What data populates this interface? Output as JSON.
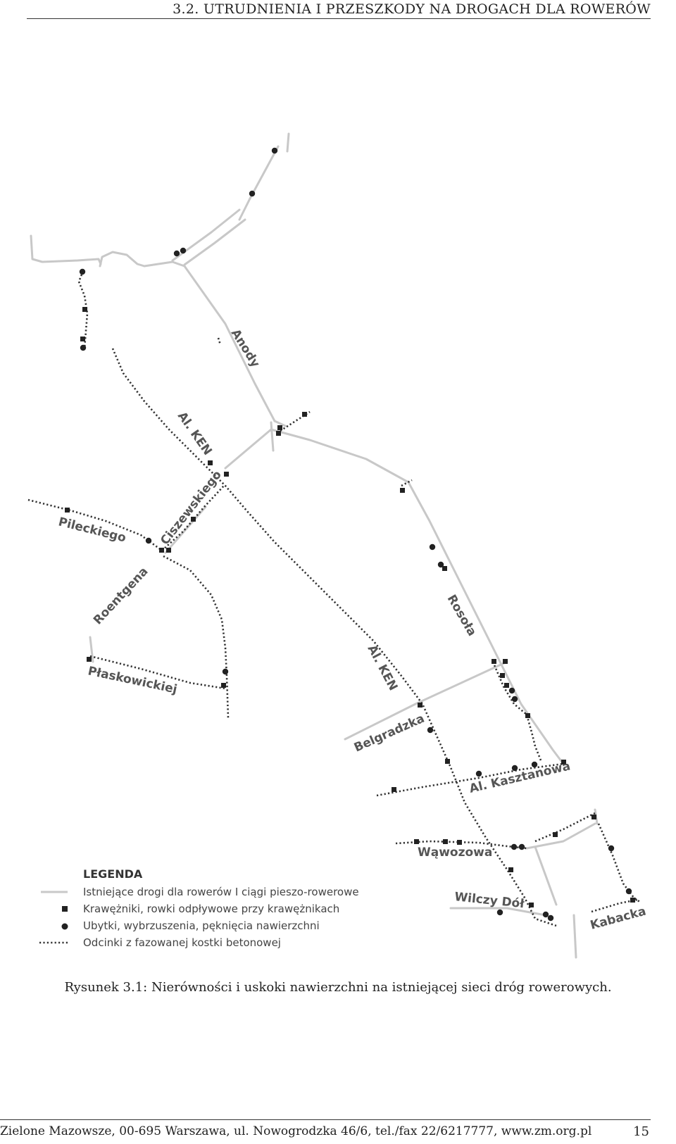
{
  "header": {
    "running_head": "3.2.  UTRUDNIENIA I PRZESZKODY NA DROGACH DLA ROWERÓW"
  },
  "map": {
    "colors": {
      "road": "#c8c8c8",
      "marker": "#222222",
      "label": "#555555"
    },
    "street_labels": {
      "anody": "Anody",
      "al_ken_north": "Al. KEN",
      "ciszewskiego": "Ciszewskiego",
      "pileckiego": "Pileckiego",
      "roentgena": "Roentgena",
      "rosola": "Rosoła",
      "plaskowickiej": "Płaskowickiej",
      "al_ken_south": "Al. KEN",
      "belgradzka": "Belgradzka",
      "al_kasztanowa": "Al. Kasztanowa",
      "wawozowa": "Wąwozowa",
      "wilczy_dol": "Wilczy Dół",
      "kabacka": "Kabacka"
    }
  },
  "legend": {
    "title": "LEGENDA",
    "items": [
      {
        "symbol": "road-line",
        "text": "Istniejące drogi dla rowerów I ciągi pieszo-rowerowe"
      },
      {
        "symbol": "square-marker",
        "text": "Krawężniki, rowki odpływowe przy krawężnikach"
      },
      {
        "symbol": "circle-marker",
        "text": "Ubytki, wybrzuszenia, pęknięcia nawierzchni"
      },
      {
        "symbol": "dotted-line",
        "text": "Odcinki z fazowanej kostki betonowej"
      }
    ]
  },
  "caption": "Rysunek 3.1: Nierówności i uskoki nawierzchni na istniejącej sieci dróg rowerowych.",
  "footer": {
    "text": "Zielone Mazowsze, 00-695 Warszawa, ul. Nowogrodzka 46/6, tel./fax 22/6217777, www.zm.org.pl",
    "page_number": "15"
  }
}
